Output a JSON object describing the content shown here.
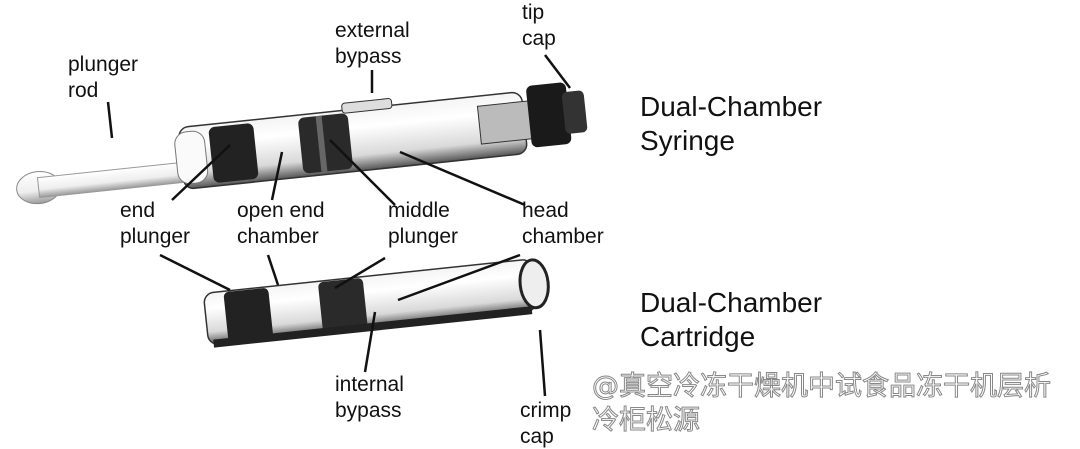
{
  "syringe": {
    "title_line1": "Dual-Chamber",
    "title_line2": "Syringe",
    "labels": {
      "plunger_rod": "plunger\nrod",
      "external_bypass": "external\nbypass",
      "tip_cap": "tip\ncap"
    }
  },
  "shared_labels": {
    "end_plunger": "end\nplunger",
    "open_end_chamber": "open end\nchamber",
    "middle_plunger": "middle\nplunger",
    "head_chamber": "head\nchamber"
  },
  "cartridge": {
    "title_line1": "Dual-Chamber",
    "title_line2": "Cartridge",
    "labels": {
      "internal_bypass": "internal\nbypass",
      "crimp_cap": "crimp\ncap"
    }
  },
  "watermark": "@真空冷冻干燥机中试食品冻干机层析冷柜松源"
}
